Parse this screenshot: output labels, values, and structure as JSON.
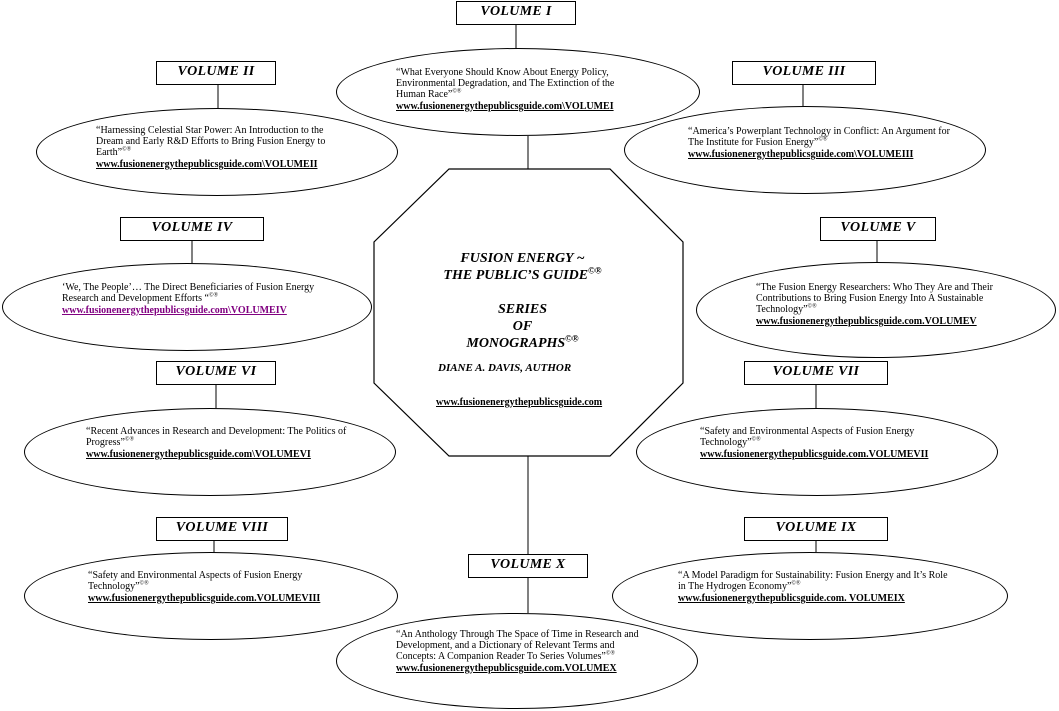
{
  "center": {
    "title_line1": "FUSION ENERGY ~",
    "title_line2": "THE PUBLIC’S GUIDE",
    "series_line1": "SERIES",
    "series_line2": "OF",
    "series_line3": "MONOGRAPHS",
    "author": "DIANE A. DAVIS,  AUTHOR",
    "url": "www.fusionenergythepublicsguide.com",
    "mark": "©®"
  },
  "volumes": [
    {
      "label": "VOLUME I",
      "quote": "“What Everyone Should Know About Energy Policy, Environmental Degradation, and The Extinction of the Human Race”",
      "url": "www.fusionenergythepublicsguide.com\\VOLUMEI"
    },
    {
      "label": "VOLUME II",
      "quote": "“Harnessing Celestial Star Power: An Introduction to the Dream and Early R&D Efforts to Bring Fusion Energy to Earth”",
      "url": "www.fusionenergythepublicsguide.com\\VOLUMEII"
    },
    {
      "label": "VOLUME III",
      "quote": "“America’s Powerplant Technology in Conflict: An Argument for The Institute for Fusion Energy”",
      "url": "www.fusionenergythepublicsguide.com\\VOLUMEIII"
    },
    {
      "label": "VOLUME IV",
      "quote": "‘We, The People’… The Direct Beneficiaries of Fusion Energy Research and Development Efforts “",
      "url": "www.fusionenergythepublicsguide.com\\VOLUMEIV"
    },
    {
      "label": "VOLUME V",
      "quote": "“The Fusion Energy Researchers: Who They Are and Their Contributions to Bring Fusion Energy Into A Sustainable Technology”",
      "url": "www.fusionenergythepublicsguide.com.VOLUMEV"
    },
    {
      "label": "VOLUME VI",
      "quote": "“Recent Advances in Research and Development: The Politics of Progress”",
      "url": "www.fusionenergythepublicsguide.com\\VOLUMEVI"
    },
    {
      "label": "VOLUME VII",
      "quote": "“Safety and Environmental Aspects of Fusion Energy Technology”",
      "url": "www.fusionenergythepublicsguide.com.VOLUMEVII"
    },
    {
      "label": "VOLUME VIII",
      "quote": "“Safety and Environmental Aspects of Fusion Energy Technology”",
      "url": "www.fusionenergythepublicsguide.com.VOLUMEVIII"
    },
    {
      "label": "VOLUME IX",
      "quote": "“A Model Paradigm for Sustainability: Fusion Energy and It’s Role in The Hydrogen Economy”",
      "url": "www.fusionenergythepublicsguide.com. VOLUMEIX"
    },
    {
      "label": "VOLUME X",
      "quote": "“An Anthology Through  The Space of Time in Research and Development, and a Dictionary of Relevant Terms and Concepts: A Companion Reader To Series Volumes”",
      "url": "www.fusionenergythepublicsguide.com.VOLUMEX"
    }
  ]
}
